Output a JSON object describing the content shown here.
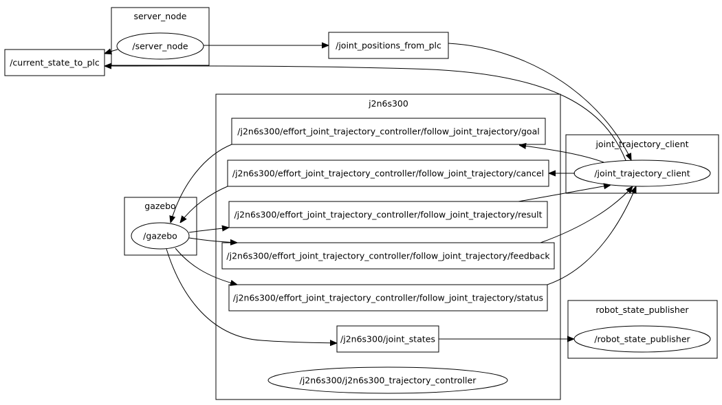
{
  "graph": {
    "clusters": {
      "server_node": "server_node",
      "j2n6s300": "j2n6s300",
      "gazebo": "gazebo",
      "joint_trajectory_client": "joint_trajectory_client",
      "robot_state_publisher": "robot_state_publisher"
    },
    "nodes": {
      "server_node": "/server_node",
      "gazebo": "/gazebo",
      "joint_trajectory_client": "/joint_trajectory_client",
      "robot_state_publisher": "/robot_state_publisher",
      "trajectory_controller": "/j2n6s300/j2n6s300_trajectory_controller"
    },
    "topics": {
      "current_state_to_plc": "/current_state_to_plc",
      "joint_positions_from_plc": "/joint_positions_from_plc",
      "goal": "/j2n6s300/effort_joint_trajectory_controller/follow_joint_trajectory/goal",
      "cancel": "/j2n6s300/effort_joint_trajectory_controller/follow_joint_trajectory/cancel",
      "result": "/j2n6s300/effort_joint_trajectory_controller/follow_joint_trajectory/result",
      "feedback": "/j2n6s300/effort_joint_trajectory_controller/follow_joint_trajectory/feedback",
      "status": "/j2n6s300/effort_joint_trajectory_controller/follow_joint_trajectory/status",
      "joint_states": "/j2n6s300/joint_states"
    }
  }
}
